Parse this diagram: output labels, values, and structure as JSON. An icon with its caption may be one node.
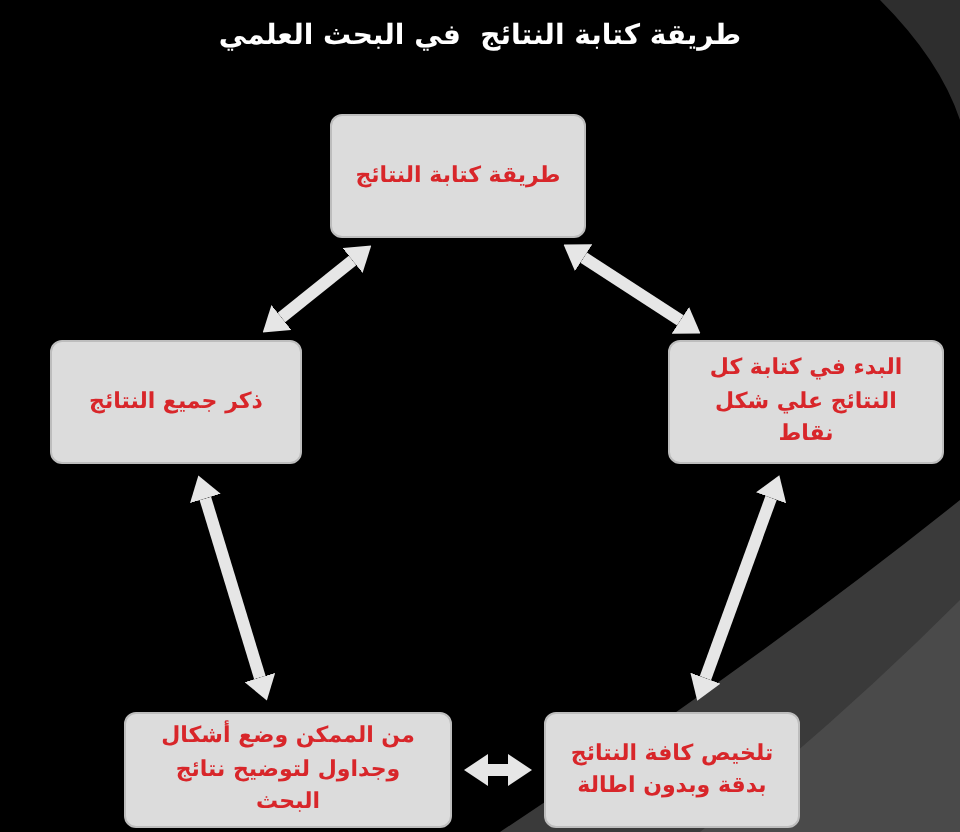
{
  "diagram": {
    "title": "طريقة كتابة النتائج  في البحث العلمي",
    "nodes": [
      {
        "text": [
          "طريقة كتابة النتائج"
        ]
      },
      {
        "text": [
          "البدء في كتابة كل النتائج علي شكل نقاط"
        ]
      },
      {
        "text": [
          "تلخيص كافة النتائج بدقة وبدون اطالة"
        ]
      },
      {
        "text": [
          "من الممكن وضع أشكال وجداول لتوضيح نتائج البحث"
        ]
      },
      {
        "text": [
          "ذكر جميع النتائج"
        ]
      }
    ],
    "edges": [
      {
        "from": 0,
        "to": 1,
        "arrow": "both"
      },
      {
        "from": 1,
        "to": 2,
        "arrow": "both"
      },
      {
        "from": 2,
        "to": 3,
        "arrow": "both"
      },
      {
        "from": 3,
        "to": 4,
        "arrow": "both"
      },
      {
        "from": 4,
        "to": 0,
        "arrow": "both"
      }
    ]
  }
}
